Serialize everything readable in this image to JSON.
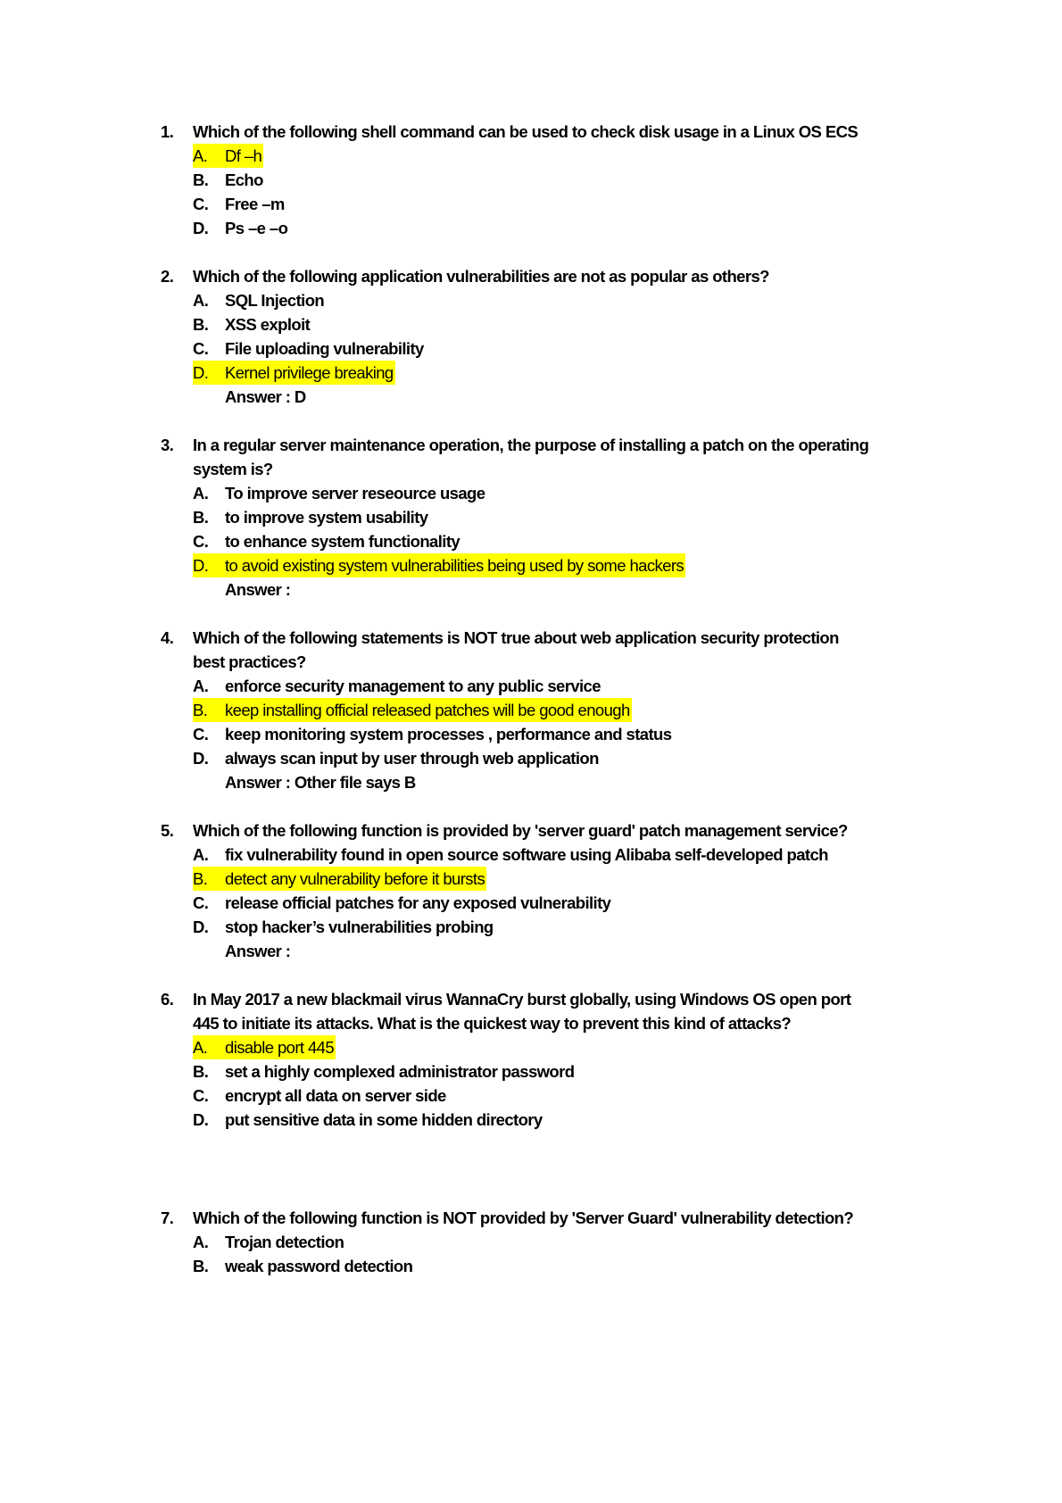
{
  "highlight_color": "#ffff00",
  "questions": [
    {
      "number": "1.",
      "text_lines": [
        "Which of the following shell command can be used to check disk usage in a Linux OS ECS"
      ],
      "options": [
        {
          "letter": "A.",
          "text": "Df –h",
          "highlighted": true
        },
        {
          "letter": "B.",
          "text": "Echo",
          "highlighted": false
        },
        {
          "letter": "C.",
          "text": "Free –m",
          "highlighted": false
        },
        {
          "letter": "D.",
          "text": "Ps –e –o",
          "highlighted": false
        }
      ],
      "answer": null
    },
    {
      "number": "2.",
      "text_lines": [
        "Which of the following application vulnerabilities are not as popular as others?"
      ],
      "options": [
        {
          "letter": "A.",
          "text": "SQL Injection",
          "highlighted": false
        },
        {
          "letter": "B.",
          "text": "XSS exploit",
          "highlighted": false
        },
        {
          "letter": "C.",
          "text": "File uploading vulnerability",
          "highlighted": false
        },
        {
          "letter": "D.",
          "text": "Kernel privilege breaking",
          "highlighted": true
        }
      ],
      "answer": "Answer : D"
    },
    {
      "number": "3.",
      "text_lines": [
        "In a regular server maintenance operation, the purpose of installing a patch on the operating",
        "system is?"
      ],
      "options": [
        {
          "letter": "A.",
          "text": "To improve server reseource usage",
          "highlighted": false
        },
        {
          "letter": "B.",
          "text": "to improve system usability",
          "highlighted": false
        },
        {
          "letter": "C.",
          "text": "to enhance system functionality",
          "highlighted": false
        },
        {
          "letter": "D.",
          "text": "to avoid existing system vulnerabilities being used by some hackers",
          "highlighted": true
        }
      ],
      "answer": "Answer :"
    },
    {
      "number": "4.",
      "text_lines": [
        "Which of the following statements is NOT true about web application security protection",
        "best practices?"
      ],
      "options": [
        {
          "letter": "A.",
          "text": "enforce security management to any public service",
          "highlighted": false
        },
        {
          "letter": "B.",
          "text": "keep installing official released patches will be good enough",
          "highlighted": true
        },
        {
          "letter": "C.",
          "text": "keep monitoring system processes , performance and status",
          "highlighted": false
        },
        {
          "letter": "D.",
          "text": "always scan input by user through web application",
          "highlighted": false
        }
      ],
      "answer": "Answer : Other file says B"
    },
    {
      "number": "5.",
      "text_lines": [
        "Which of the following function is provided by 'server guard' patch management service?"
      ],
      "options": [
        {
          "letter": "A.",
          "text": "fix vulnerability found in open source software using Alibaba self-developed patch",
          "highlighted": false
        },
        {
          "letter": "B.",
          "text": "detect any vulnerability before it bursts",
          "highlighted": true
        },
        {
          "letter": "C.",
          "text": "release official patches for any exposed vulnerability",
          "highlighted": false
        },
        {
          "letter": "D.",
          "text": "stop hacker’s vulnerabilities probing",
          "highlighted": false
        }
      ],
      "answer": "Answer :"
    },
    {
      "number": "6.",
      "text_lines": [
        "In May 2017 a new blackmail virus WannaCry burst globally, using Windows OS open port",
        "445 to initiate its attacks. What is the quickest way to prevent this kind of attacks?"
      ],
      "options": [
        {
          "letter": "A.",
          "text": "disable port 445",
          "highlighted": true
        },
        {
          "letter": "B.",
          "text": "set a highly complexed administrator password",
          "highlighted": false
        },
        {
          "letter": "C.",
          "text": "encrypt all data on server side",
          "highlighted": false
        },
        {
          "letter": "D.",
          "text": "put sensitive data in some hidden directory",
          "highlighted": false
        }
      ],
      "answer": null
    },
    {
      "number": "7.",
      "text_lines": [
        "Which of the following function is NOT provided by 'Server Guard' vulnerability detection?"
      ],
      "options": [
        {
          "letter": "A.",
          "text": "Trojan detection",
          "highlighted": false
        },
        {
          "letter": "B.",
          "text": "weak password detection",
          "highlighted": false
        }
      ],
      "answer": null
    }
  ]
}
